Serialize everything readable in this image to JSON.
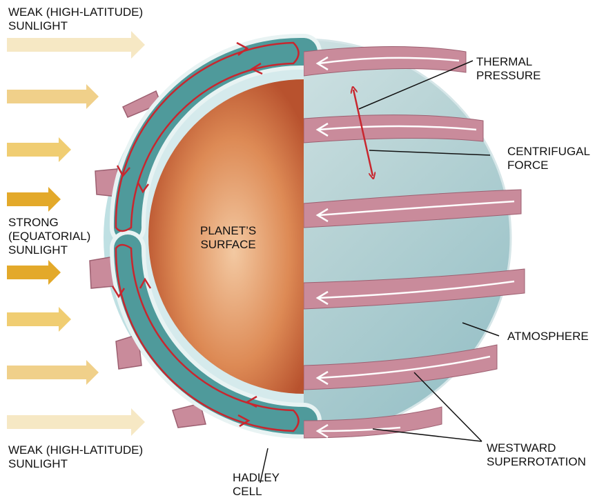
{
  "labels": {
    "weak_top": "WEAK (HIGH-LATITUDE)\nSUNLIGHT",
    "strong": "STRONG\n(EQUATORIAL)\nSUNLIGHT",
    "weak_bottom": "WEAK (HIGH-LATITUDE)\nSUNLIGHT",
    "planet_surface": "PLANET’S\nSURFACE",
    "thermal_pressure": "THERMAL\nPRESSURE",
    "centrifugal_force": "CENTRIFUGAL\nFORCE",
    "atmosphere": "ATMOSPHERE",
    "westward_superrotation": "WESTWARD\nSUPERROTATION",
    "hadley_cell": "HADLEY\nCELL"
  },
  "colors": {
    "sunlight_weak": "#f6e8c4",
    "sunlight_medium": "#f0cd72",
    "sunlight_strong": "#e3a92a",
    "planet_core": "#d9814a",
    "atmosphere_blue": "#a9cfd6",
    "hadley_teal": "#4f9a9b",
    "ribbon_pink": "#c98b9b",
    "circulation_red": "#c8262e"
  }
}
